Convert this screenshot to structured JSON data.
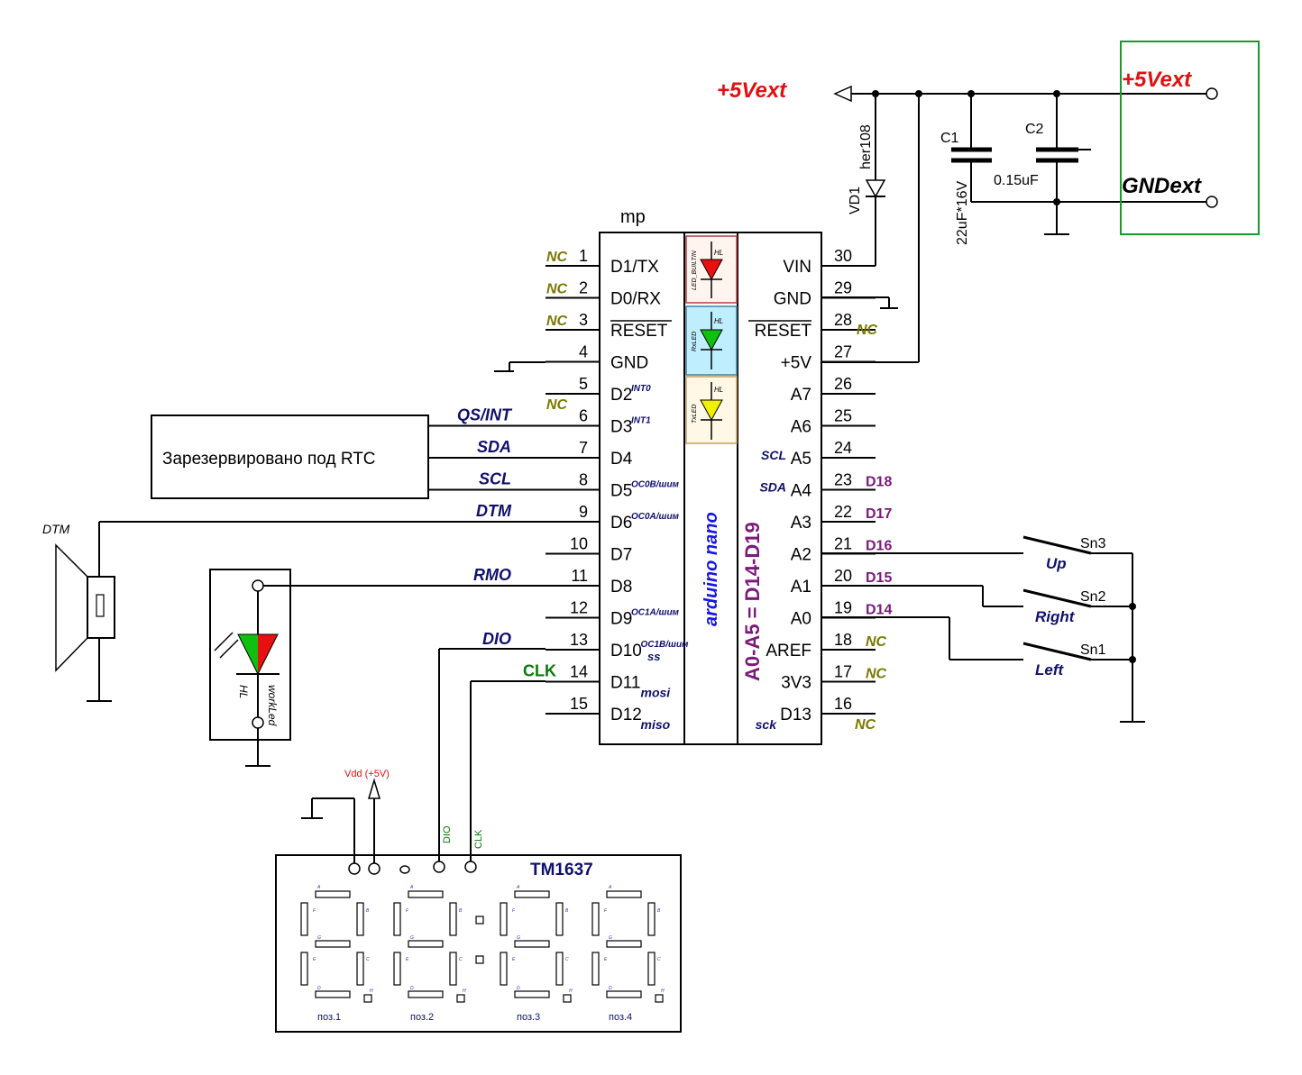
{
  "power": {
    "vext_left": "+5Vext",
    "vext_right": "+5Vext",
    "gndext": "GNDext",
    "diode_ref": "VD1",
    "diode_value": "her108",
    "c1_ref": "C1",
    "c1_value": "22uF*16V",
    "c2_ref": "C2",
    "c2_value": "0.15uF"
  },
  "mcu": {
    "ref": "mp",
    "board": "arduino nano",
    "note": "A0-A5 = D14-D19",
    "led_labels": [
      "HL",
      "HL",
      "HL"
    ],
    "led_names": [
      "LED_BUILTIN",
      "RxLED",
      "TxLED"
    ],
    "left_pins": [
      {
        "num": "1",
        "name": "D1/TX",
        "sub": "",
        "net": "NC"
      },
      {
        "num": "2",
        "name": "D0/RX",
        "sub": "",
        "net": "NC"
      },
      {
        "num": "3",
        "name": "RESET",
        "sub": "",
        "net": "NC"
      },
      {
        "num": "4",
        "name": "GND",
        "sub": "",
        "net": ""
      },
      {
        "num": "5",
        "name": "D2",
        "sub": "INT0",
        "net": "NC"
      },
      {
        "num": "6",
        "name": "D3",
        "sub": "INT1",
        "net": "QS/INT"
      },
      {
        "num": "7",
        "name": "D4",
        "sub": "",
        "net": "SDA"
      },
      {
        "num": "8",
        "name": "D5",
        "sub": "OC0B/шим",
        "net": "SCL"
      },
      {
        "num": "9",
        "name": "D6",
        "sub": "OC0A/шим",
        "net": "DTM"
      },
      {
        "num": "10",
        "name": "D7",
        "sub": "",
        "net": ""
      },
      {
        "num": "11",
        "name": "D8",
        "sub": "",
        "net": "RMO"
      },
      {
        "num": "12",
        "name": "D9",
        "sub": "OC1A/шим",
        "net": ""
      },
      {
        "num": "13",
        "name": "D10",
        "sub": "OC1B/шим",
        "sub2": "ss",
        "net": "DIO"
      },
      {
        "num": "14",
        "name": "D11",
        "sub": "mosi",
        "net": "CLK"
      },
      {
        "num": "15",
        "name": "D12",
        "sub": "miso",
        "net": ""
      }
    ],
    "right_pins": [
      {
        "num": "30",
        "name": "VIN",
        "pre": "",
        "dnum": "",
        "net": ""
      },
      {
        "num": "29",
        "name": "GND",
        "pre": "",
        "dnum": "",
        "net": ""
      },
      {
        "num": "28",
        "name": "RESET",
        "pre": "",
        "dnum": "",
        "net": "NC"
      },
      {
        "num": "27",
        "name": "+5V",
        "pre": "",
        "dnum": "",
        "net": ""
      },
      {
        "num": "26",
        "name": "A7",
        "pre": "",
        "dnum": "",
        "net": ""
      },
      {
        "num": "25",
        "name": "A6",
        "pre": "",
        "dnum": "",
        "net": ""
      },
      {
        "num": "24",
        "name": "A5",
        "pre": "SCL",
        "dnum": "",
        "net": ""
      },
      {
        "num": "23",
        "name": "A4",
        "pre": "SDA",
        "dnum": "D18",
        "net": ""
      },
      {
        "num": "22",
        "name": "A3",
        "pre": "",
        "dnum": "D17",
        "net": ""
      },
      {
        "num": "21",
        "name": "A2",
        "pre": "",
        "dnum": "D16",
        "net": ""
      },
      {
        "num": "20",
        "name": "A1",
        "pre": "",
        "dnum": "D15",
        "net": ""
      },
      {
        "num": "19",
        "name": "A0",
        "pre": "",
        "dnum": "D14",
        "net": ""
      },
      {
        "num": "18",
        "name": "AREF",
        "pre": "",
        "dnum": "NC",
        "net": ""
      },
      {
        "num": "17",
        "name": "3V3",
        "pre": "",
        "dnum": "NC",
        "net": ""
      },
      {
        "num": "16",
        "name": "D13",
        "pre": "sck",
        "dnum": "",
        "net": "NC"
      }
    ]
  },
  "rtc": {
    "label": "Зарезервировано под RTC"
  },
  "speaker": {
    "label": "DTM"
  },
  "work_led": {
    "ref": "HL",
    "name": "workLed"
  },
  "switches": [
    {
      "ref": "Sn3",
      "label": "Up"
    },
    {
      "ref": "Sn2",
      "label": "Right"
    },
    {
      "ref": "Sn1",
      "label": "Left"
    }
  ],
  "display": {
    "title": "TM1637",
    "vdd": "Vdd (+5V)",
    "dio": "DIO",
    "clk": "CLK",
    "positions": [
      "поз.1",
      "поз.2",
      "поз.3",
      "поз.4"
    ],
    "seg_letters": [
      "A",
      "F",
      "B",
      "G",
      "E",
      "C",
      "D",
      "H"
    ]
  },
  "colors": {
    "red_led": "#e81010",
    "green_led": "#10c010",
    "yellow_led": "#f0f000",
    "box_green": "#1a9a2a",
    "led1_bg": "#fff4ee",
    "led2_bg": "#bfeeff",
    "led3_bg": "#fff8e6"
  }
}
